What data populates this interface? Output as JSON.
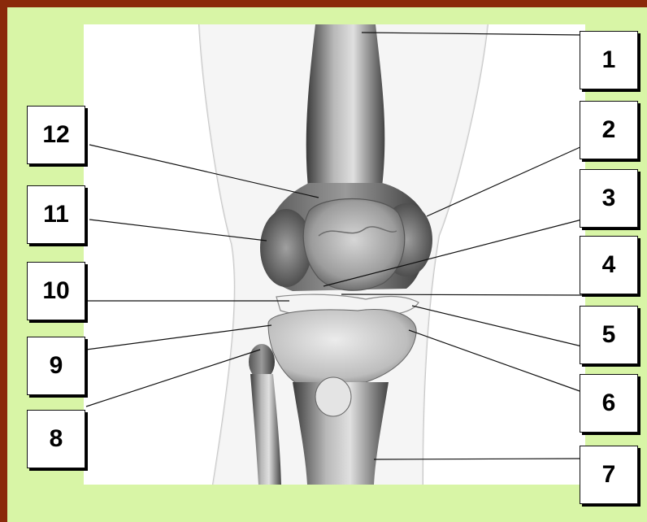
{
  "labels": {
    "l1": "1",
    "l2": "2",
    "l3": "3",
    "l4": "4",
    "l5": "5",
    "l6": "6",
    "l7": "7",
    "l8": "8",
    "l9": "9",
    "l10": "10",
    "l11": "11",
    "l12": "12"
  },
  "colors": {
    "frame": "#8a2a0a",
    "background": "#d8f5a6",
    "panel": "#ffffff"
  }
}
